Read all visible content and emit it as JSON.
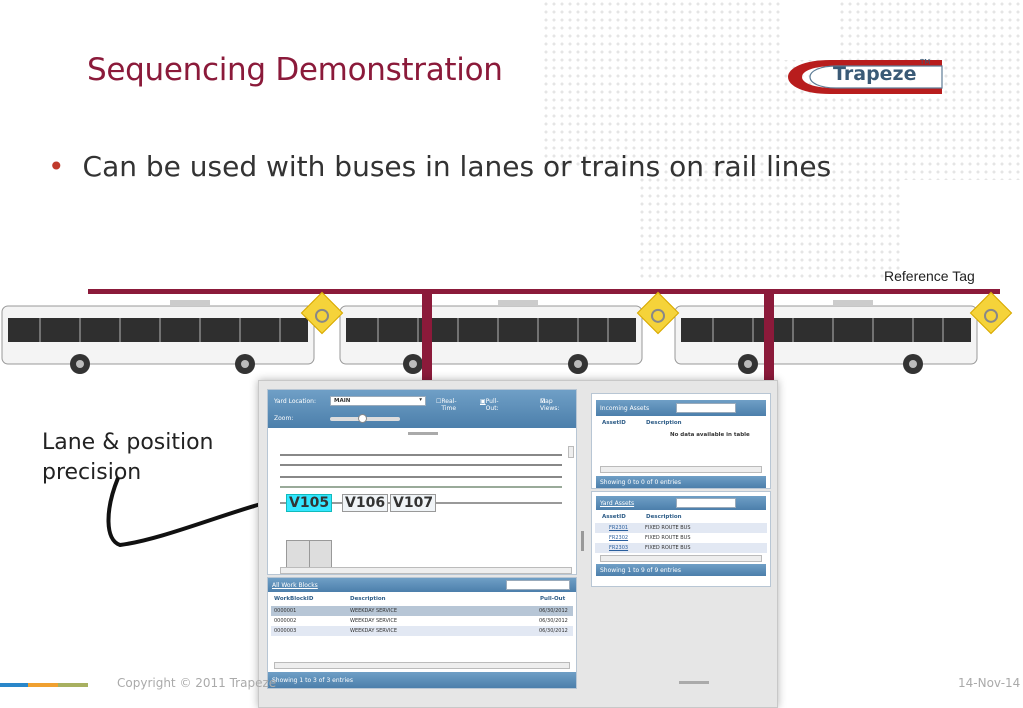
{
  "slide": {
    "title": "Sequencing Demonstration",
    "bullet": "Can be used with buses in lanes or trains on rail lines",
    "reference_tag": "Reference Tag",
    "lane_label_line1": "Lane & position",
    "lane_label_line2": "precision",
    "copyright": "Copyright © 2011 Trapeze",
    "slide_number": "14-Nov-14",
    "accent_color": "#8b1a3a"
  },
  "logo": {
    "text": "Trapeze",
    "tm": "TM"
  },
  "app": {
    "yard_location_label": "Yard Location:",
    "yard_location_value": "MAIN",
    "realtime_label": "Real-Time",
    "pullout_label": "Pull-Out:",
    "map_views_label": "Map Views:",
    "zoom_label": "Zoom:",
    "vehicles": [
      "V105",
      "V106",
      "V107"
    ],
    "work_blocks": {
      "title": "All Work Blocks",
      "columns": [
        "WorkBlockID",
        "Description",
        "Pull-Out"
      ],
      "rows": [
        [
          "0000001",
          "WEEKDAY SERVICE",
          "06/30/2012"
        ],
        [
          "0000002",
          "WEEKDAY SERVICE",
          "06/30/2012"
        ],
        [
          "0000003",
          "WEEKDAY SERVICE",
          "06/30/2012"
        ]
      ],
      "footer": "Showing 1 to 3 of 3 entries"
    },
    "incoming": {
      "title": "Incoming Assets",
      "columns": [
        "AssetID",
        "Description"
      ],
      "empty": "No data available in table",
      "footer": "Showing 0 to 0 of 0 entries"
    },
    "yard_assets": {
      "title": "Yard Assets",
      "columns": [
        "AssetID",
        "Description"
      ],
      "rows": [
        [
          "FR2301",
          "FIXED ROUTE BUS"
        ],
        [
          "FR2302",
          "FIXED ROUTE BUS"
        ],
        [
          "FR2303",
          "FIXED ROUTE BUS"
        ]
      ],
      "footer": "Showing 1 to 9 of 9 entries"
    }
  }
}
